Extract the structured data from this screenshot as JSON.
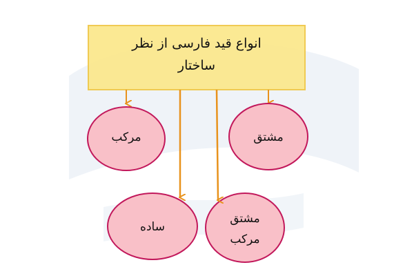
{
  "title": {
    "line1": "انواع قید فارسی از نظر",
    "line2": "ساختار"
  },
  "nodes": {
    "compound": "مرکب",
    "derived": "مشتق",
    "simple": "ساده",
    "derived_compound_line1": "مشتق",
    "derived_compound_line2": "مرکب"
  },
  "colors": {
    "box_fill": "#fbe88e",
    "box_border": "#f0c84a",
    "node_fill": "#f9c0c8",
    "node_border": "#c2185b",
    "arrow": "#e8921c",
    "watermark": "#e6ecf3"
  }
}
